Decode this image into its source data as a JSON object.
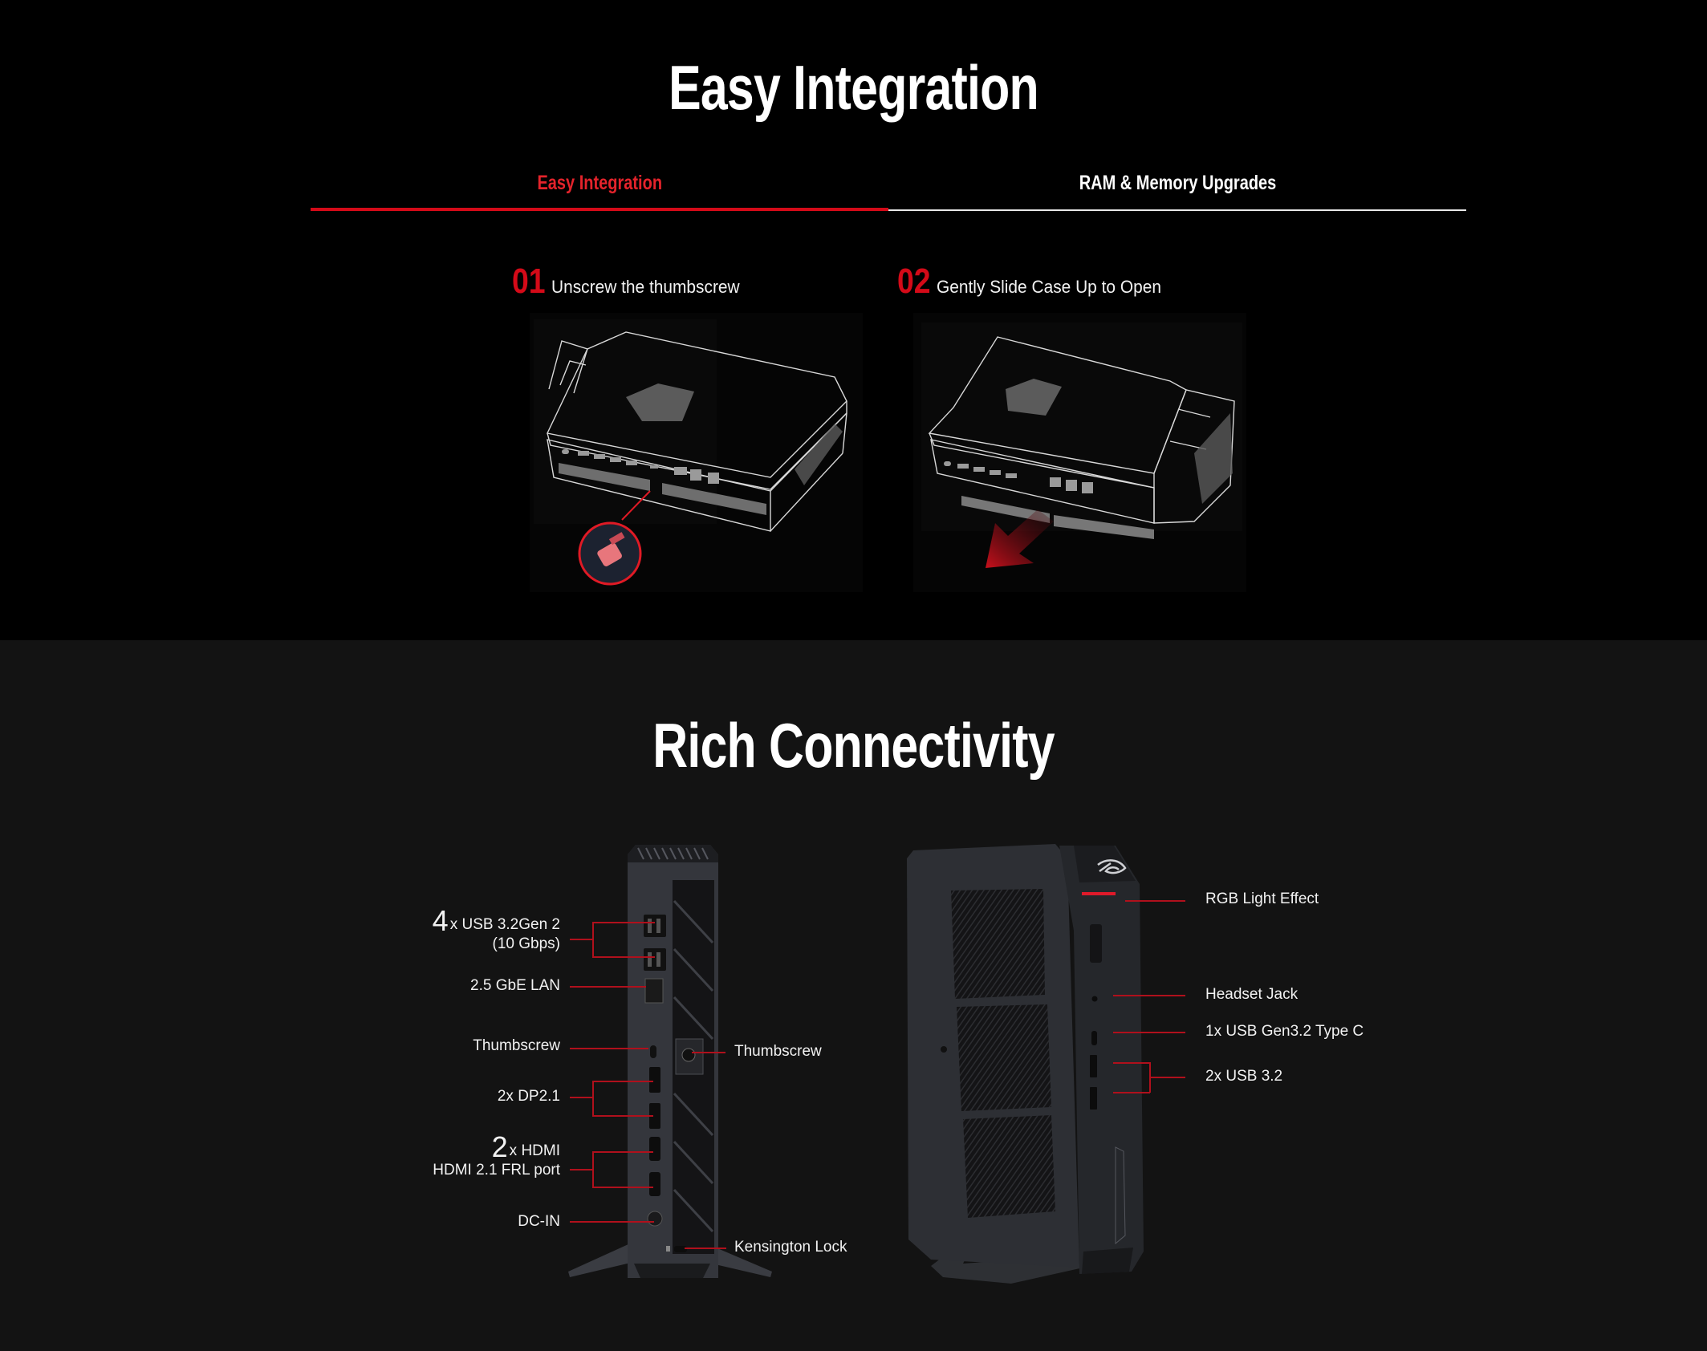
{
  "easy_integration": {
    "title": "Easy Integration",
    "tabs": [
      {
        "label": "Easy Integration",
        "active": true
      },
      {
        "label": "RAM & Memory Upgrades",
        "active": false
      }
    ],
    "steps": [
      {
        "number": "01",
        "text": "Unscrew the thumbscrew",
        "illustration": "wireframe-case-thumbscrew-callout"
      },
      {
        "number": "02",
        "text": "Gently Slide Case Up to Open",
        "illustration": "wireframe-case-slide-arrow"
      }
    ]
  },
  "rich_connectivity": {
    "title": "Rich Connectivity",
    "rear_panel": {
      "left_labels": [
        {
          "count": "4",
          "text": "x USB 3.2Gen 2",
          "subtext": "(10 Gbps)"
        },
        {
          "text": "2.5 GbE LAN"
        },
        {
          "text": "Thumbscrew"
        },
        {
          "text": "2x DP2.1"
        },
        {
          "count": "2",
          "text": "x HDMI",
          "subtext": "HDMI 2.1 FRL port"
        },
        {
          "text": "DC-IN"
        }
      ],
      "right_labels": [
        {
          "text": "Thumbscrew"
        },
        {
          "text": "Kensington Lock"
        }
      ]
    },
    "front_panel": {
      "right_labels": [
        {
          "text": "RGB Light Effect"
        },
        {
          "text": "Headset Jack"
        },
        {
          "text": "1x USB Gen3.2 Type C"
        },
        {
          "text": "2x USB 3.2"
        }
      ]
    }
  },
  "colors": {
    "accent_red": "#d40a18",
    "active_tab_text": "#e5232b",
    "section1_bg": "#000000",
    "section2_bg": "#131313",
    "leader_line": "#b0101c"
  }
}
